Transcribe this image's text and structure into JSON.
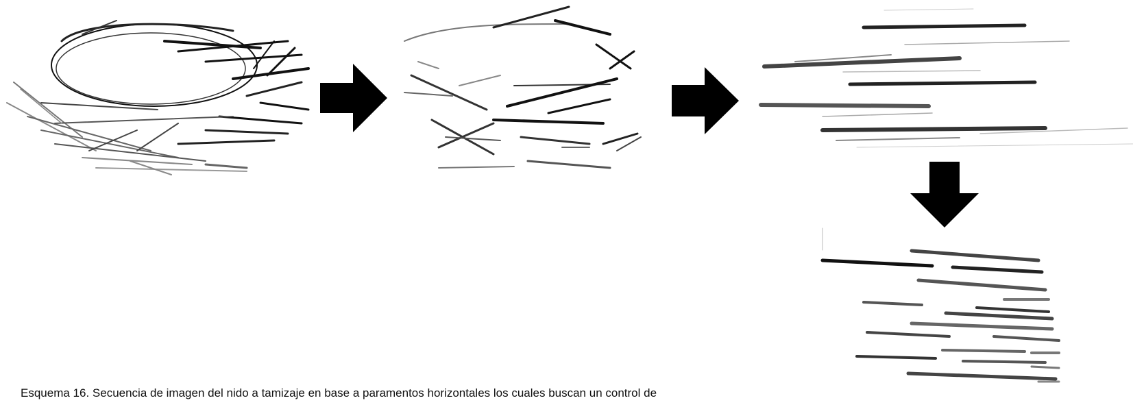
{
  "caption": "Esquema 16. Secuencia de imagen del nido a tamizaje en base a paramentos horizontales  los cuales buscan un control de",
  "colors": {
    "ink": "#111111",
    "pencil": "#555555",
    "arrow": "#000000",
    "background": "#ffffff"
  },
  "panels": [
    "nest-sketch",
    "loosened-strokes-sketch",
    "horizontal-strokes-sketch",
    "sifted-grid-sketch"
  ],
  "arrows": [
    "arrow-right",
    "arrow-right",
    "arrow-down"
  ]
}
